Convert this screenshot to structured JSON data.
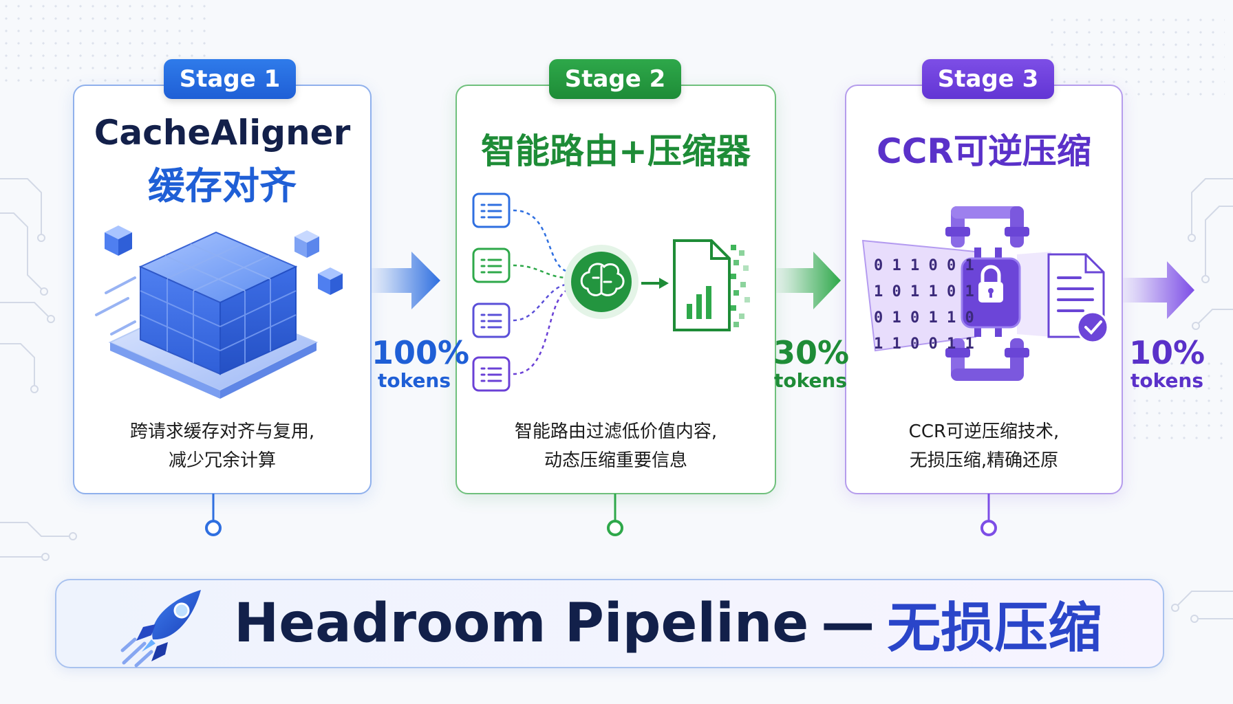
{
  "stages": [
    {
      "badge": "Stage 1",
      "title_line1": "CacheAligner",
      "title_line2": "缓存对齐",
      "desc_line1": "跨请求缓存对齐与复用,",
      "desc_line2": "减少冗余计算",
      "color": "#1f5fd6"
    },
    {
      "badge": "Stage 2",
      "title": "智能路由+压缩器",
      "desc_line1": "智能路由过滤低价值内容,",
      "desc_line2": "动态压缩重要信息",
      "color": "#1e8c37"
    },
    {
      "badge": "Stage 3",
      "title": "CCR可逆压缩",
      "desc_line1": "CCR可逆压缩技术,",
      "desc_line2": "无损压缩,精确还原",
      "color": "#5a31c9"
    }
  ],
  "flow": [
    {
      "value": "100%",
      "unit": "tokens"
    },
    {
      "value": "30%",
      "unit": "tokens"
    },
    {
      "value": "10%",
      "unit": "tokens"
    }
  ],
  "binary_rows": [
    "0 1 1 0 0 1",
    "1 0 1 1 0 1",
    "0 1 0 1 1 0",
    "1 1 0 0 1 1"
  ],
  "banner": {
    "main": "Headroom Pipeline",
    "separator": "—",
    "accent": "无损压缩"
  },
  "icons": [
    "cube-icon",
    "document-list-icon",
    "brain-icon",
    "chart-document-icon",
    "lock-icon",
    "check-icon",
    "rocket-icon"
  ]
}
